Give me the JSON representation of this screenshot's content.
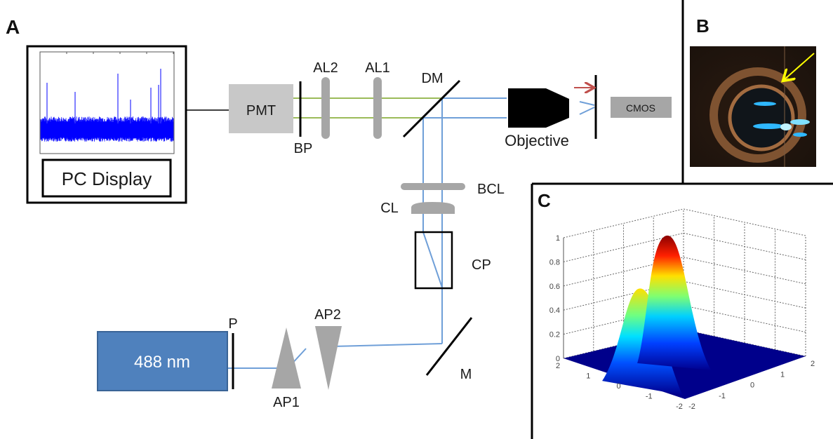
{
  "panels": {
    "a": "A",
    "b": "B",
    "c": "C"
  },
  "components": {
    "pc_display": "PC Display",
    "pmt": "PMT",
    "bp": "BP",
    "al2": "AL2",
    "al1": "AL1",
    "dm": "DM",
    "objective": "Objective",
    "cmos": "CMOS",
    "bcl": "BCL",
    "cl": "CL",
    "cp": "CP",
    "laser": "488 nm",
    "p": "P",
    "ap1": "AP1",
    "ap2": "AP2",
    "m": "M"
  },
  "colors": {
    "laser_box": "#4f81bd",
    "excitation_beam": "#6f9fd8",
    "emission_beam": "#9bbb59",
    "optic_gray": "#a6a6a6",
    "arrow_red": "#c0504d",
    "signal_blue": "#0000ff",
    "photo_arrow": "#ffff00"
  },
  "chart_data": {
    "type": "surface",
    "title": "",
    "zlabel": "",
    "z_ticks": [
      "0",
      "0.2",
      "0.4",
      "0.6",
      "0.8",
      "1"
    ],
    "x_ticks": [
      "2",
      "1",
      "0",
      "-1",
      "-2"
    ],
    "y_ticks": [
      "-2",
      "-1",
      "0",
      "1",
      "2"
    ],
    "zlim": [
      0,
      1
    ],
    "xlim": [
      -2,
      2
    ],
    "ylim": [
      -2,
      2
    ],
    "grid": true,
    "colormap": "jet",
    "peaks": [
      {
        "name": "peak-left",
        "height": 0.65
      },
      {
        "name": "peak-right",
        "height": 1.0
      }
    ]
  }
}
